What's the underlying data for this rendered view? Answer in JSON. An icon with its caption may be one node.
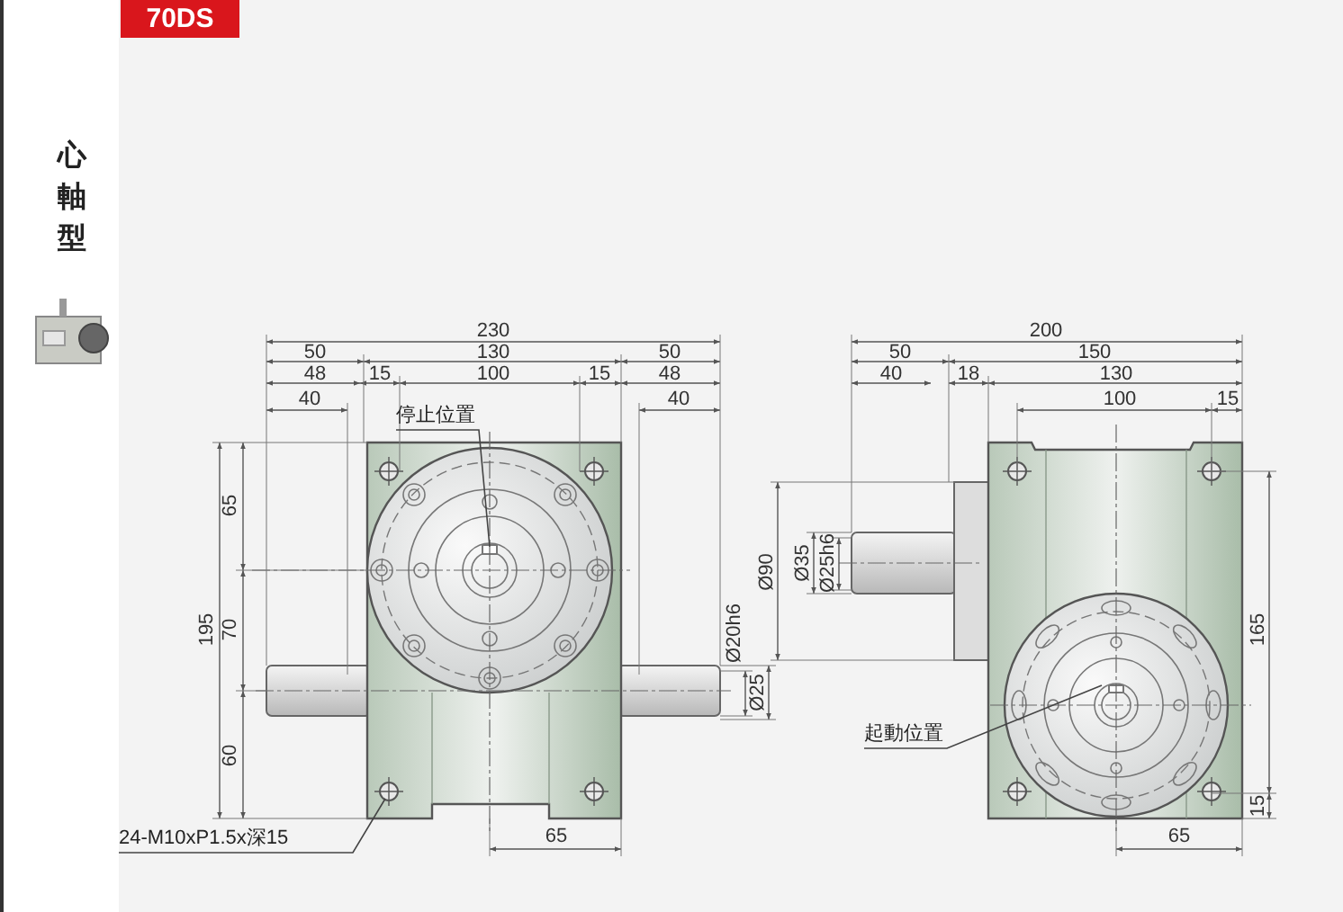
{
  "diagram": {
    "title": "70DS",
    "nodes": [
      {
        "text": [
          "停止位置"
        ]
      },
      {
        "text": [
          "起動位置"
        ]
      },
      {
        "text": [
          "24-M10xP1.5x深15"
        ]
      }
    ],
    "edges": [
      {
        "from": 0,
        "to": null,
        "arrow": "none"
      },
      {
        "from": 1,
        "to": null,
        "arrow": "none"
      },
      {
        "from": 2,
        "to": null,
        "arrow": "none"
      }
    ],
    "labels": [
      "心軸型",
      "230",
      "50",
      "130",
      "50",
      "48",
      "15",
      "100",
      "15",
      "48",
      "40",
      "40",
      "65",
      "195",
      "70",
      "60",
      "Ø20h6",
      "Ø25",
      "65",
      "200",
      "50",
      "150",
      "40",
      "18",
      "130",
      "100",
      "15",
      "Ø90",
      "Ø35",
      "Ø25h6",
      "165",
      "15",
      "65"
    ]
  }
}
